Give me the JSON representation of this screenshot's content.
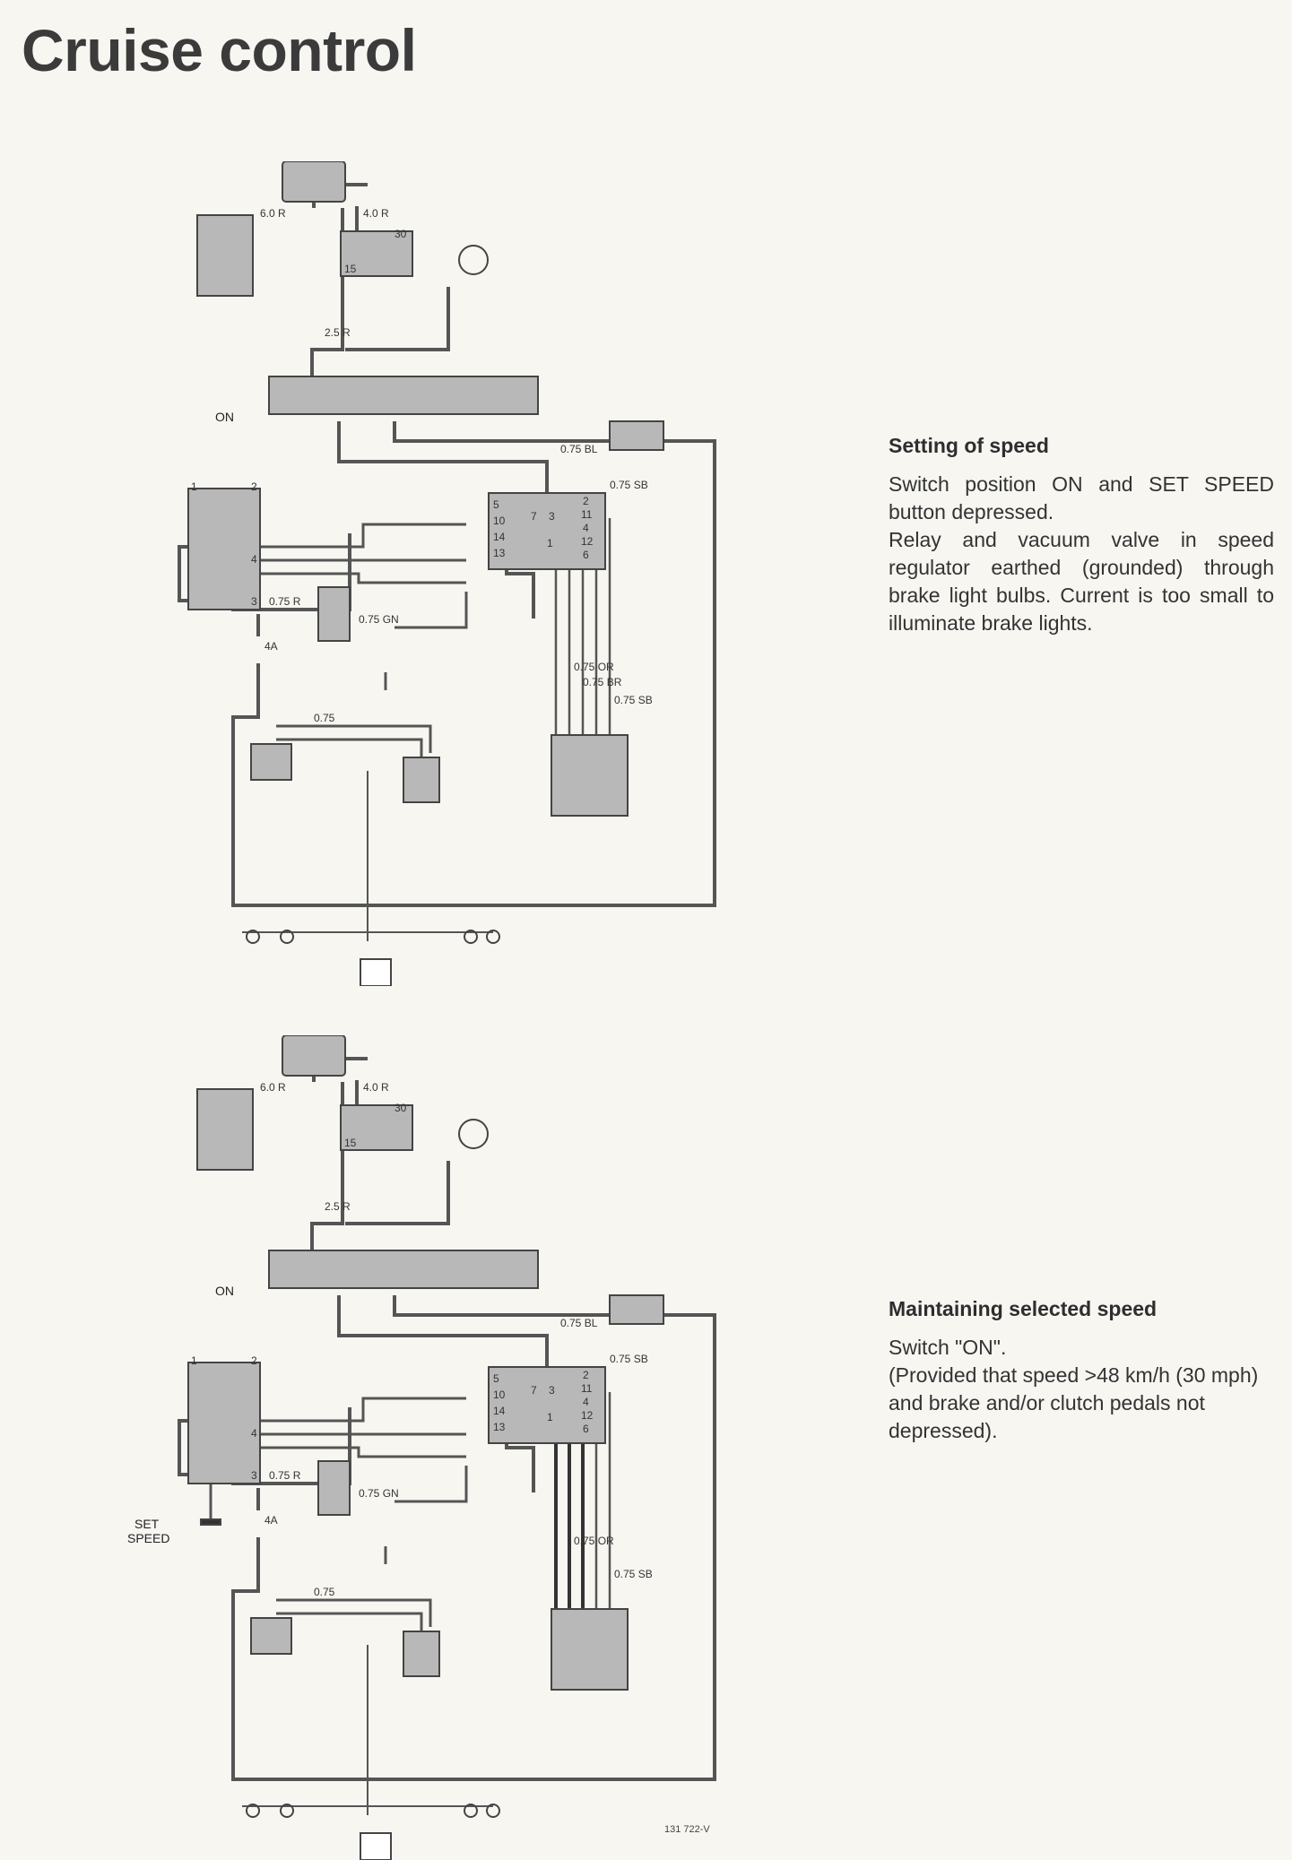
{
  "page": {
    "title": "Cruise control",
    "figure_code": "131 722-V"
  },
  "sections": [
    {
      "heading": "Setting of speed",
      "paragraphs": [
        "Switch position ON and SET SPEED button depressed.",
        "Relay and vacuum valve in speed regulator earthed (grounded) through brake light bulbs. Current is too small to illuminate brake lights."
      ]
    },
    {
      "heading": "Maintaining selected speed",
      "paragraphs": [
        "Switch \"ON\".",
        "(Provided that speed >48 km/h (30 mph) and brake and/or clutch pedals not depressed)."
      ]
    }
  ],
  "diagram_labels": {
    "on": "ON",
    "set_speed_line1": "SET",
    "set_speed_line2": "SPEED",
    "w60r": "6.0 R",
    "w40r": "4.0 R",
    "w25r": "2.5 R",
    "w075bl": "0.75 BL",
    "w075sb": "0.75 SB",
    "w075r": "0.75 R",
    "w075gn": "0.75 GN",
    "w075or": "0.75 OR",
    "w075br": "0.75 BR",
    "w075": "0.75",
    "fuse4a": "4A",
    "t30": "30",
    "t15": "15",
    "pin5": "5",
    "pin10": "10",
    "pin14": "14",
    "pin13": "13",
    "pin7": "7",
    "pin3": "3",
    "pin1": "1",
    "pin2": "2",
    "pin11": "11",
    "pin4": "4",
    "pin12": "12",
    "pin6": "6",
    "sw1": "1",
    "sw2": "2",
    "sw3": "3",
    "sw4": "4"
  }
}
